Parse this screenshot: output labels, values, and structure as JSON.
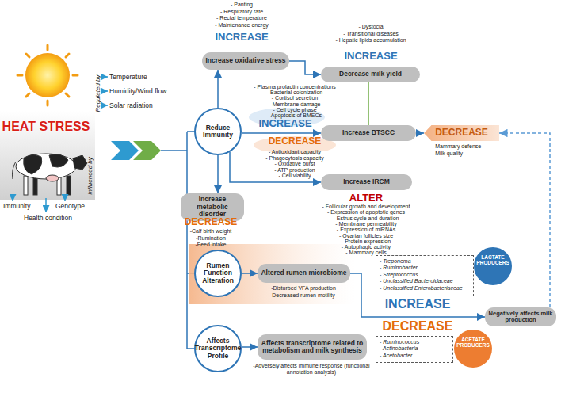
{
  "diagram": {
    "nodes": [
      {
        "text": [
          "Increase oxidative stress"
        ]
      },
      {
        "text": [
          "Decrease milk yield"
        ]
      },
      {
        "text": [
          "Reduce Immunity"
        ]
      },
      {
        "text": [
          "Increase BTSCC"
        ]
      },
      {
        "text": [
          "DECREASE"
        ]
      },
      {
        "text": [
          "Increase IRCM"
        ]
      },
      {
        "text": [
          "Increase metabolic disorder"
        ]
      },
      {
        "text": [
          "Rumen Function Alteration"
        ]
      },
      {
        "text": [
          "Altered rumen microbiome"
        ]
      },
      {
        "text": [
          "- Treponema",
          "- Ruminobacter",
          "- Streptococcus",
          "- Unclassified Bacteroidaceae",
          "- Unclassified Enterobacteriaceae"
        ]
      },
      {
        "text": [
          "LACTATE PRODUCERS"
        ]
      },
      {
        "text": [
          "- Ruminococcus",
          "- Actinobacteria",
          "- Acetobacter"
        ]
      },
      {
        "text": [
          "ACETATE PRODUCERS"
        ]
      },
      {
        "text": [
          "Negatively affects milk production"
        ]
      },
      {
        "text": [
          "Affects Transcriptome Profile"
        ]
      },
      {
        "text": [
          "Affects transcriptome related to metabolism and milk synthesis"
        ]
      }
    ],
    "edges": [
      {
        "from": 2,
        "to": 0,
        "arrow": "to"
      },
      {
        "from": 0,
        "to": 1,
        "arrow": "to"
      },
      {
        "from": 2,
        "to": 3,
        "arrow": "to"
      },
      {
        "from": 3,
        "to": 1,
        "arrow": "none"
      },
      {
        "from": 3,
        "to": 4,
        "arrow": "to"
      },
      {
        "from": 2,
        "to": 5,
        "arrow": "to"
      },
      {
        "from": 2,
        "to": 6,
        "arrow": "to"
      },
      {
        "from": 7,
        "to": 8,
        "arrow": "to"
      },
      {
        "from": 8,
        "to": 13,
        "arrow": "to"
      },
      {
        "from": 13,
        "to": 4,
        "arrow": "to"
      },
      {
        "from": 14,
        "to": 15,
        "arrow": "to"
      }
    ],
    "labels": [
      "Regulated by",
      "Temperature",
      "Humidity/Wind flow",
      "Solar radiation",
      "HEAT STRESS",
      "Influenced by",
      "Immunity",
      "Genotype",
      "Health condition",
      "- Panting",
      "- Respiratory rate",
      "- Rectal temperature",
      "- Maintenance energy",
      "INCREASE",
      "- Dystocia",
      "- Transitional diseases",
      "- Hepatic lipids accumulation",
      "INCREASE",
      "- Plasma prolactin concentrations",
      "- Bacterial colonization",
      "- Cortisol secretion",
      "- Membrane damage",
      "- Cell cycle phase",
      "- Apoptosis of BMECs",
      "INCREASE",
      "DECREASE",
      "- Antioxidant capacity",
      "- Phagocytosis capacity",
      "- Oxidative burst",
      "- ATP production",
      "- Cell viability",
      "- Mammary defense",
      "- Milk quality",
      "ALTER",
      "- Follicular growth and development",
      "- Expression of apoptotic genes",
      "- Estrus cycle and duration",
      "- Membrane permeability",
      "- Expression of miRNAs",
      "- Ovarian follicles size",
      "- Protein expression",
      "- Autophagic activity",
      "- Mammary cells",
      "DECREASE",
      "-Calf birth weight",
      "-Rumination",
      "-Feed intake",
      "-Disturbed VFA production",
      "Decreased rumen motility",
      "INCREASE",
      "DECREASE",
      "-Adversely affects immune response (functional annotation analysis)"
    ]
  }
}
